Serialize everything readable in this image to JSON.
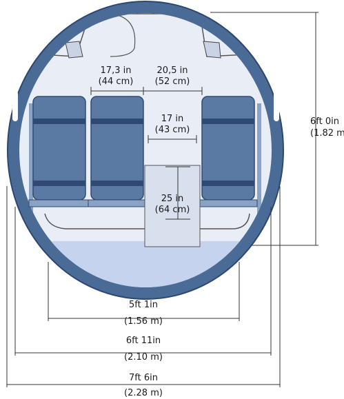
{
  "colors": {
    "hull_ring": "#4a6b96",
    "hull_ring_dark": "#2c4770",
    "cabin_wall": "#e9edf6",
    "floor": "#c6d3ef",
    "seat_body": "#5b7aa3",
    "seat_dark": "#2e4a72",
    "seat_light": "#8aa3c4",
    "dimension_line": "#333333"
  },
  "dimensions": {
    "seat_width": {
      "imperial": "17,3 in",
      "metric": "(44 cm)"
    },
    "double_seat_width": {
      "imperial": "20,5 in",
      "metric": "(52 cm)"
    },
    "aisle_width_top": {
      "imperial": "17 in",
      "metric": "(43 cm)"
    },
    "aisle_width_floor": {
      "imperial": "25 in",
      "metric": "(64 cm)"
    },
    "cabin_height": {
      "imperial": "6ft 0in",
      "metric": "(1.82 m)"
    },
    "floor_width": {
      "imperial": "5ft 1in",
      "metric": "(1.56 m)"
    },
    "cabin_width": {
      "imperial": "6ft 11in",
      "metric": "(2.10 m)"
    },
    "fuselage_width": {
      "imperial": "7ft 6in",
      "metric": "(2.28 m)"
    }
  }
}
